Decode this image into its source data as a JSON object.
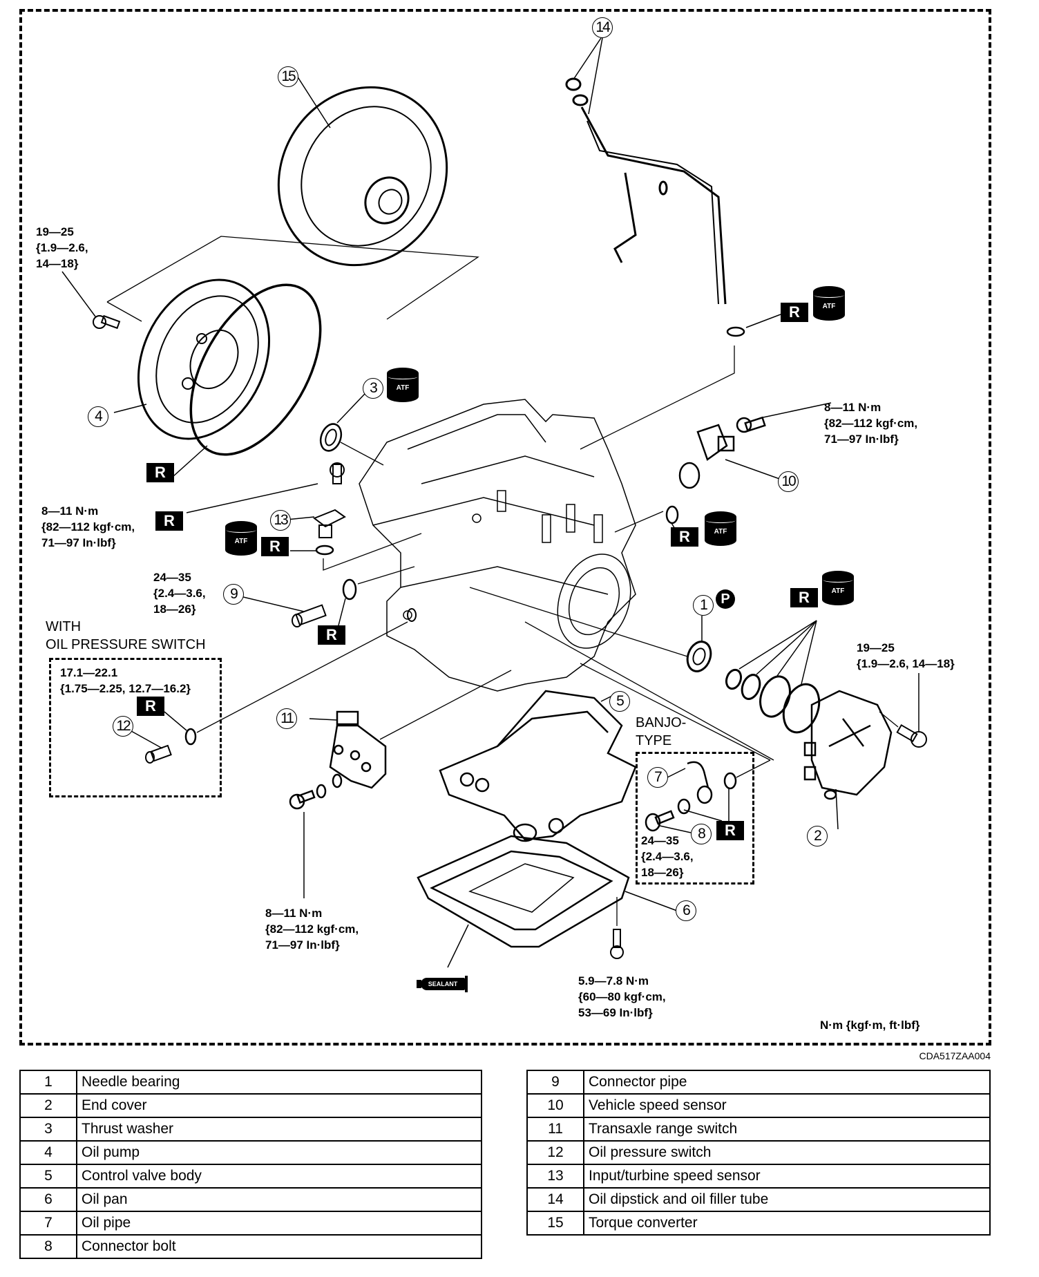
{
  "diagram": {
    "figure_code": "CDA517ZAA004",
    "units_note": "N·m {kgf·m, ft·lbf}",
    "callouts": [
      "1",
      "2",
      "3",
      "4",
      "5",
      "6",
      "7",
      "8",
      "9",
      "10",
      "11",
      "12",
      "13",
      "14",
      "15"
    ],
    "badges": {
      "r_label": "R",
      "atf_label": "ATF",
      "p_label": "P",
      "sealant_label": "SEALANT"
    },
    "torque_specs": {
      "pump_bolt": "19—25\n{1.9—2.6,\n14—18}",
      "sensor13_bolt": "8—11 N·m\n{82—112 kgf·cm,\n71—97 In·lbf}",
      "connector_pipe": "24—35\n{2.4—3.6,\n18—26}",
      "oil_pressure_switch": "17.1—22.1\n{1.75—2.25, 12.7—16.2}",
      "vss_bolt": "8—11 N·m\n{82—112 kgf·cm,\n71—97 In·lbf}",
      "end_cover_bolt": "19—25\n{1.9—2.6, 14—18}",
      "range_switch_bolt": "8—11 N·m\n{82—112 kgf·cm,\n71—97 In·lbf}",
      "oil_pan_bolt": "5.9—7.8 N·m\n{60—80 kgf·cm,\n53—69 In·lbf}",
      "banjo_bolt": "24—35\n{2.4—3.6,\n18—26}"
    },
    "captions": {
      "with_oil_pressure_switch": "WITH\nOIL PRESSURE SWITCH",
      "banjo_type": "BANJO-\nTYPE"
    }
  },
  "legend": {
    "left": [
      {
        "num": "1",
        "name": "Needle bearing"
      },
      {
        "num": "2",
        "name": "End cover"
      },
      {
        "num": "3",
        "name": "Thrust washer"
      },
      {
        "num": "4",
        "name": "Oil pump"
      },
      {
        "num": "5",
        "name": "Control valve body"
      },
      {
        "num": "6",
        "name": "Oil pan"
      },
      {
        "num": "7",
        "name": "Oil pipe"
      },
      {
        "num": "8",
        "name": "Connector bolt"
      }
    ],
    "right": [
      {
        "num": "9",
        "name": "Connector pipe"
      },
      {
        "num": "10",
        "name": "Vehicle speed sensor"
      },
      {
        "num": "11",
        "name": "Transaxle range switch"
      },
      {
        "num": "12",
        "name": "Oil pressure switch"
      },
      {
        "num": "13",
        "name": "Input/turbine speed sensor"
      },
      {
        "num": "14",
        "name": "Oil dipstick and oil filler tube"
      },
      {
        "num": "15",
        "name": "Torque converter"
      }
    ]
  }
}
